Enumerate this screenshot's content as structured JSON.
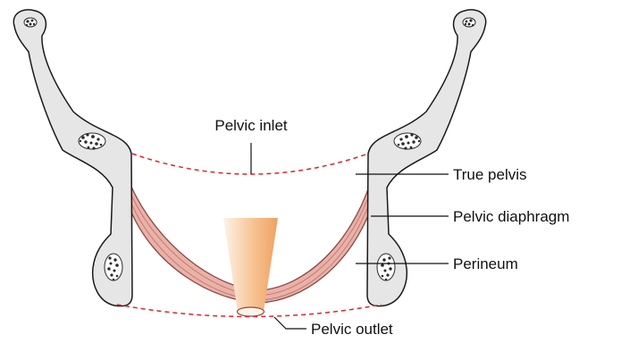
{
  "labels": {
    "pelvic_inlet": "Pelvic inlet",
    "true_pelvis": "True pelvis",
    "pelvic_diaphragm": "Pelvic diaphragm",
    "perineum": "Perineum",
    "pelvic_outlet": "Pelvic outlet"
  },
  "colors": {
    "bone_fill": "#e6e6e6",
    "bone_stroke": "#1a1a1a",
    "spongy_fill": "#2a2a2a",
    "muscle_fill": "#e9b2a9",
    "muscle_stroke": "#8a4a45",
    "muscle_fiber": "#c47a72",
    "canal_light": "#fff4ea",
    "canal_dark": "#f2a86b",
    "dashed_line": "#e0242a",
    "leader_line": "#111111"
  }
}
